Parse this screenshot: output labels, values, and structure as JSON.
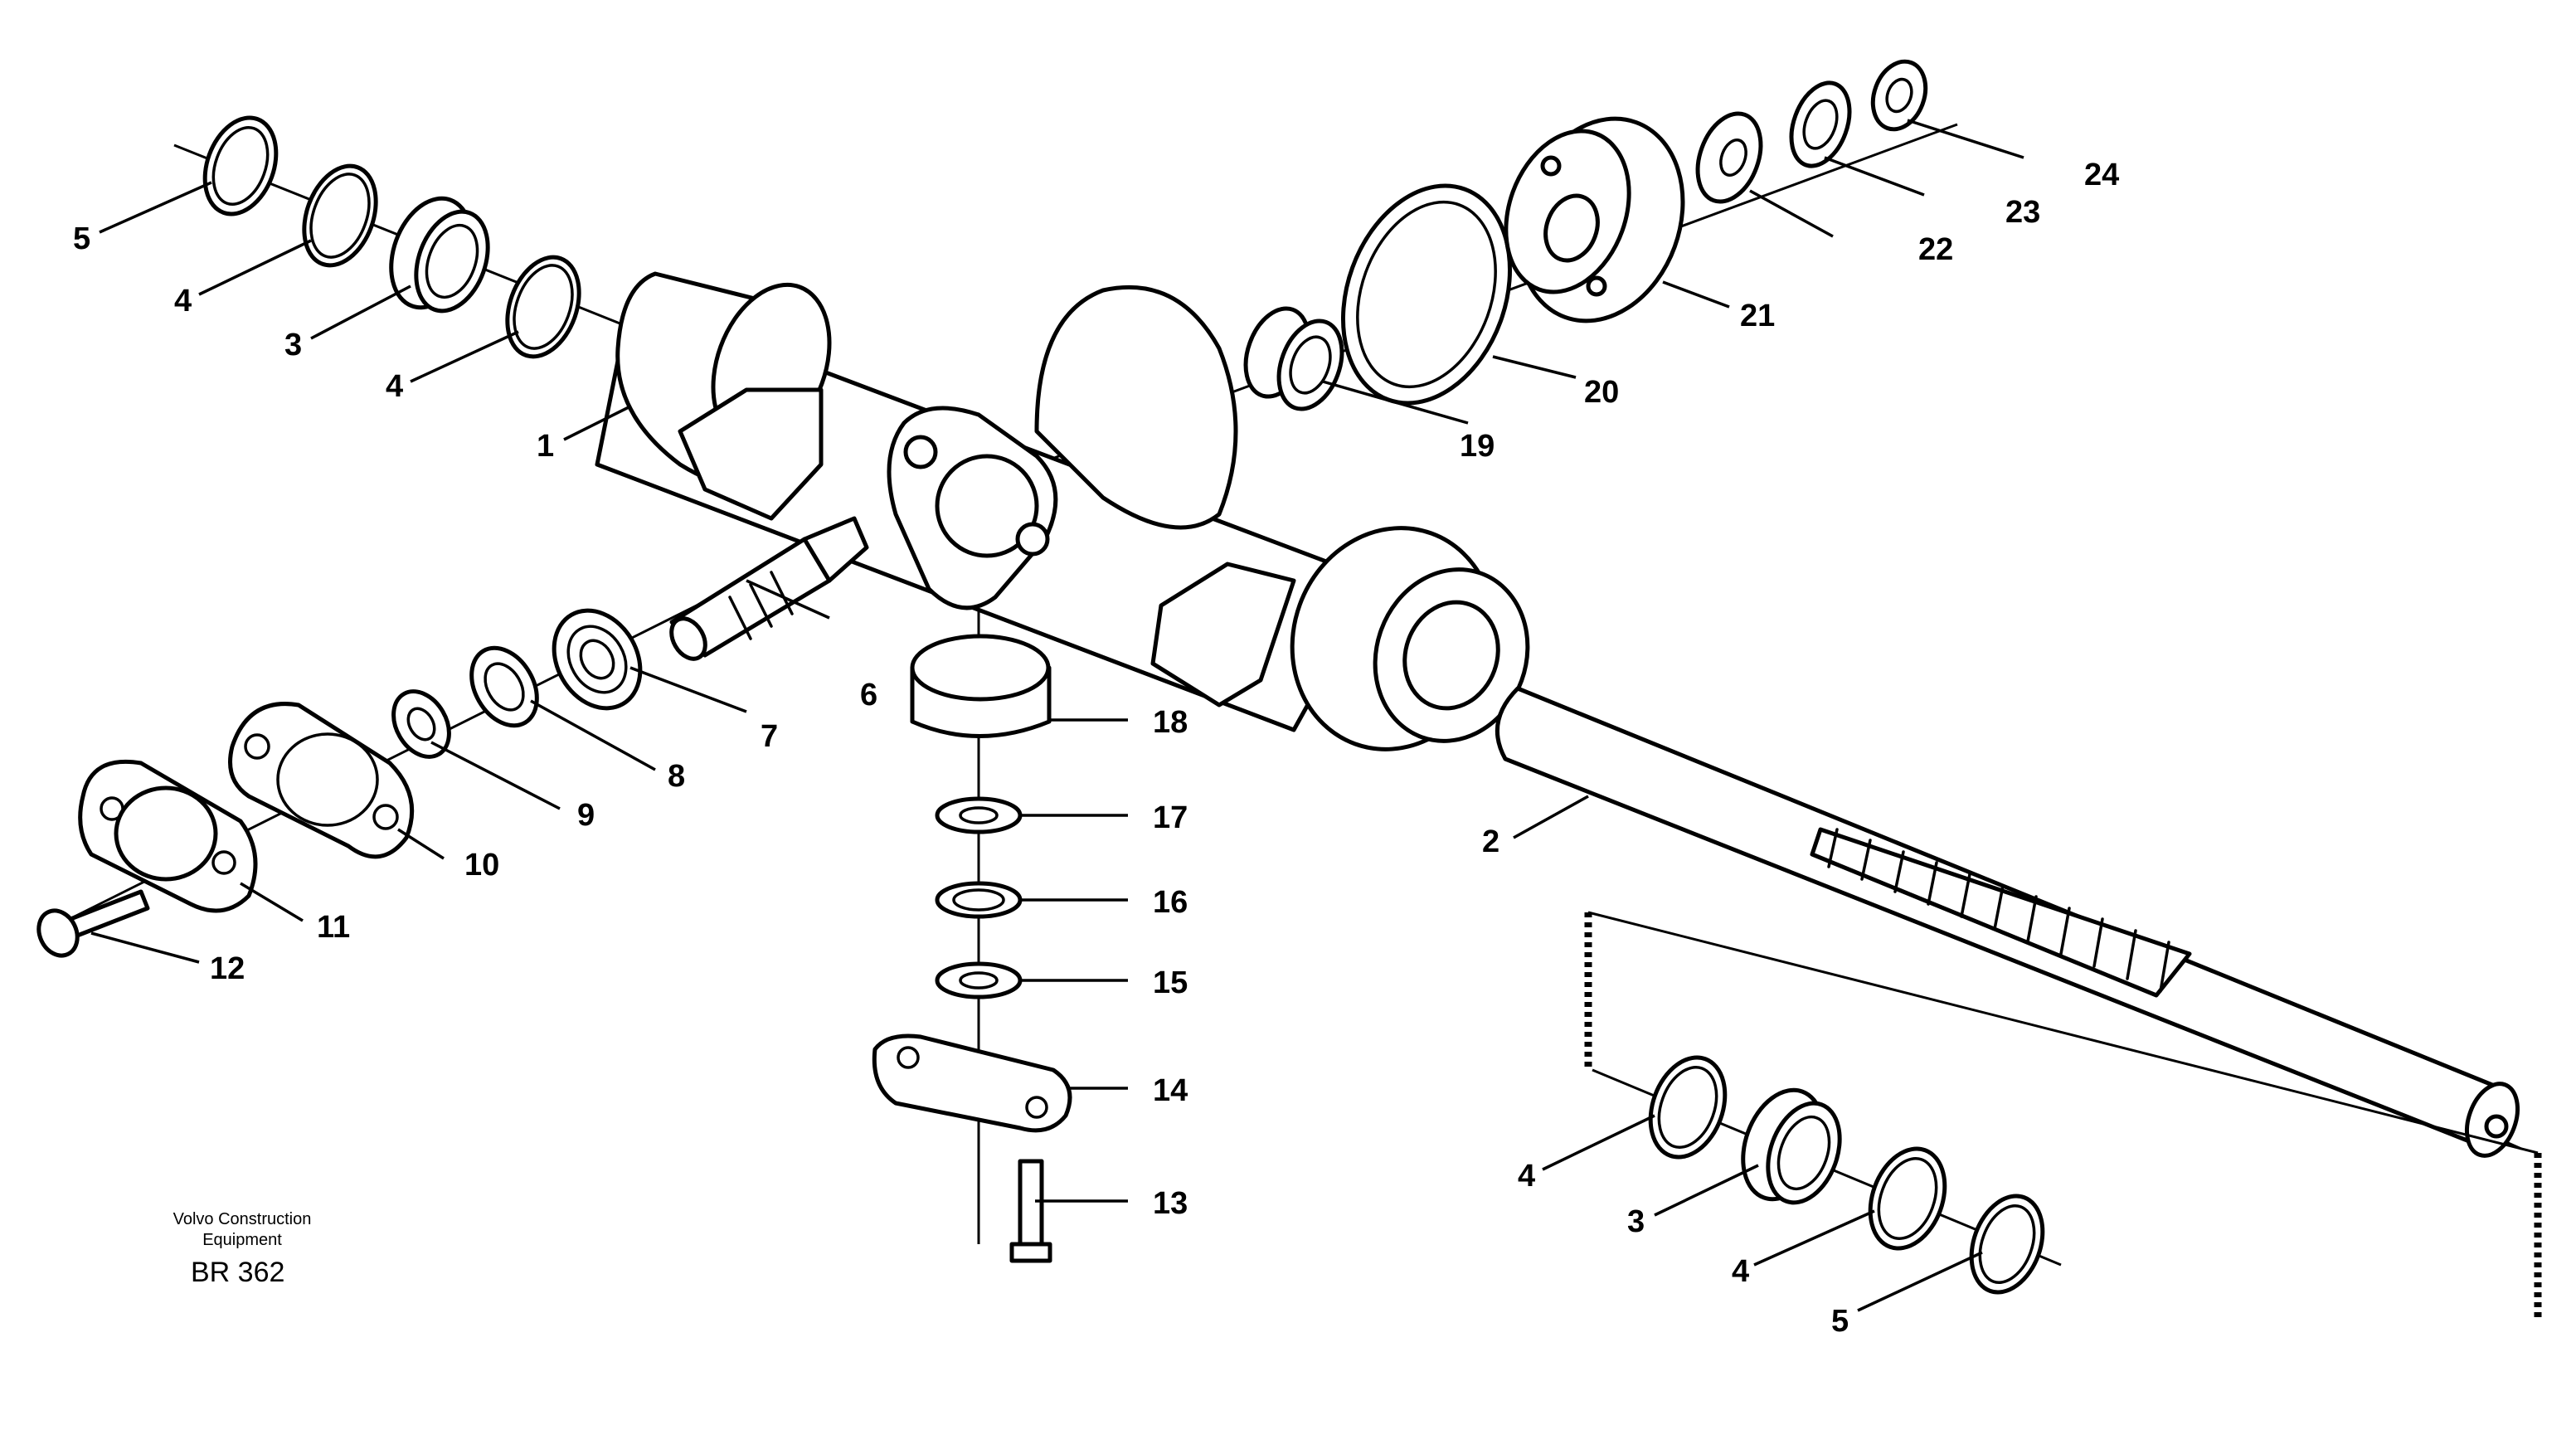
{
  "diagram": {
    "labels": {
      "l1": "1",
      "l2": "2",
      "l3a": "3",
      "l3b": "3",
      "l4a": "4",
      "l4b": "4",
      "l4c": "4",
      "l4d": "4",
      "l5a": "5",
      "l5b": "5",
      "l6": "6",
      "l7": "7",
      "l8": "8",
      "l9": "9",
      "l10": "10",
      "l11": "11",
      "l12": "12",
      "l13": "13",
      "l14": "14",
      "l15": "15",
      "l16": "16",
      "l17": "17",
      "l18": "18",
      "l19": "19",
      "l20": "20",
      "l21": "21",
      "l22": "22",
      "l23": "23",
      "l24": "24"
    },
    "credit_line1": "Volvo Construction",
    "credit_line2": "Equipment",
    "reference": "BR 362"
  }
}
